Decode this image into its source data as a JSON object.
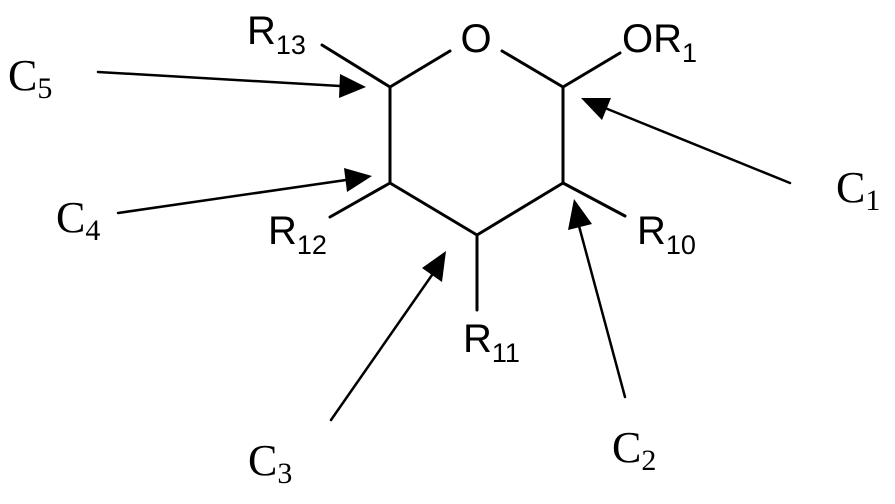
{
  "ring_oxygen": "O",
  "substituents": {
    "or1": {
      "main": "OR",
      "sub": "1"
    },
    "r13": {
      "main": "R",
      "sub": "13"
    },
    "r12": {
      "main": "R",
      "sub": "12"
    },
    "r11": {
      "main": "R",
      "sub": "11"
    },
    "r10": {
      "main": "R",
      "sub": "10"
    }
  },
  "carbon_labels": {
    "c1": {
      "main": "C",
      "sub": "1"
    },
    "c2": {
      "main": "C",
      "sub": "2"
    },
    "c3": {
      "main": "C",
      "sub": "3"
    },
    "c4": {
      "main": "C",
      "sub": "4"
    },
    "c5": {
      "main": "C",
      "sub": "5"
    }
  }
}
